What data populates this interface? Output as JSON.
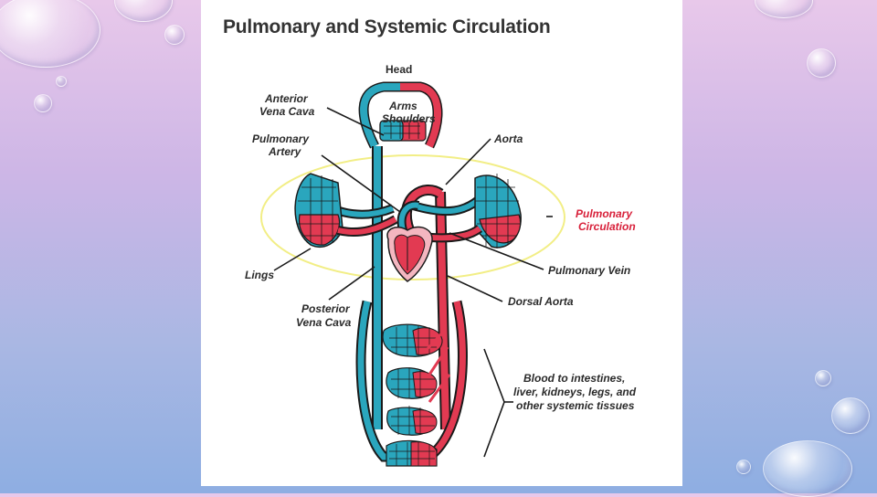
{
  "title": "Pulmonary and Systemic Circulation",
  "labels": {
    "head": "Head",
    "arms_shoulders": [
      "Arms",
      "Shoulders"
    ],
    "anterior_vena_cava": [
      "Anterior",
      "Vena Cava"
    ],
    "pulmonary_artery": [
      "Pulmonary",
      "Artery"
    ],
    "aorta": "Aorta",
    "pulmonary_circulation": [
      "Pulmonary",
      "Circulation"
    ],
    "lungs": "Lings",
    "pulmonary_vein": "Pulmonary Vein",
    "dorsal_aorta": "Dorsal Aorta",
    "posterior_vena_cava": [
      "Posterior",
      "Vena Cava"
    ],
    "systemic_tissues": [
      "Blood to intestines,",
      "liver, kidneys, legs, and",
      "other systemic tissues"
    ]
  },
  "colors": {
    "oxygenated": "#e23a52",
    "deoxygenated": "#2aa6bd",
    "outline": "#1a1a1a",
    "pulmonary_ellipse": "#f2ee86",
    "highlight_label": "#d8203a"
  }
}
